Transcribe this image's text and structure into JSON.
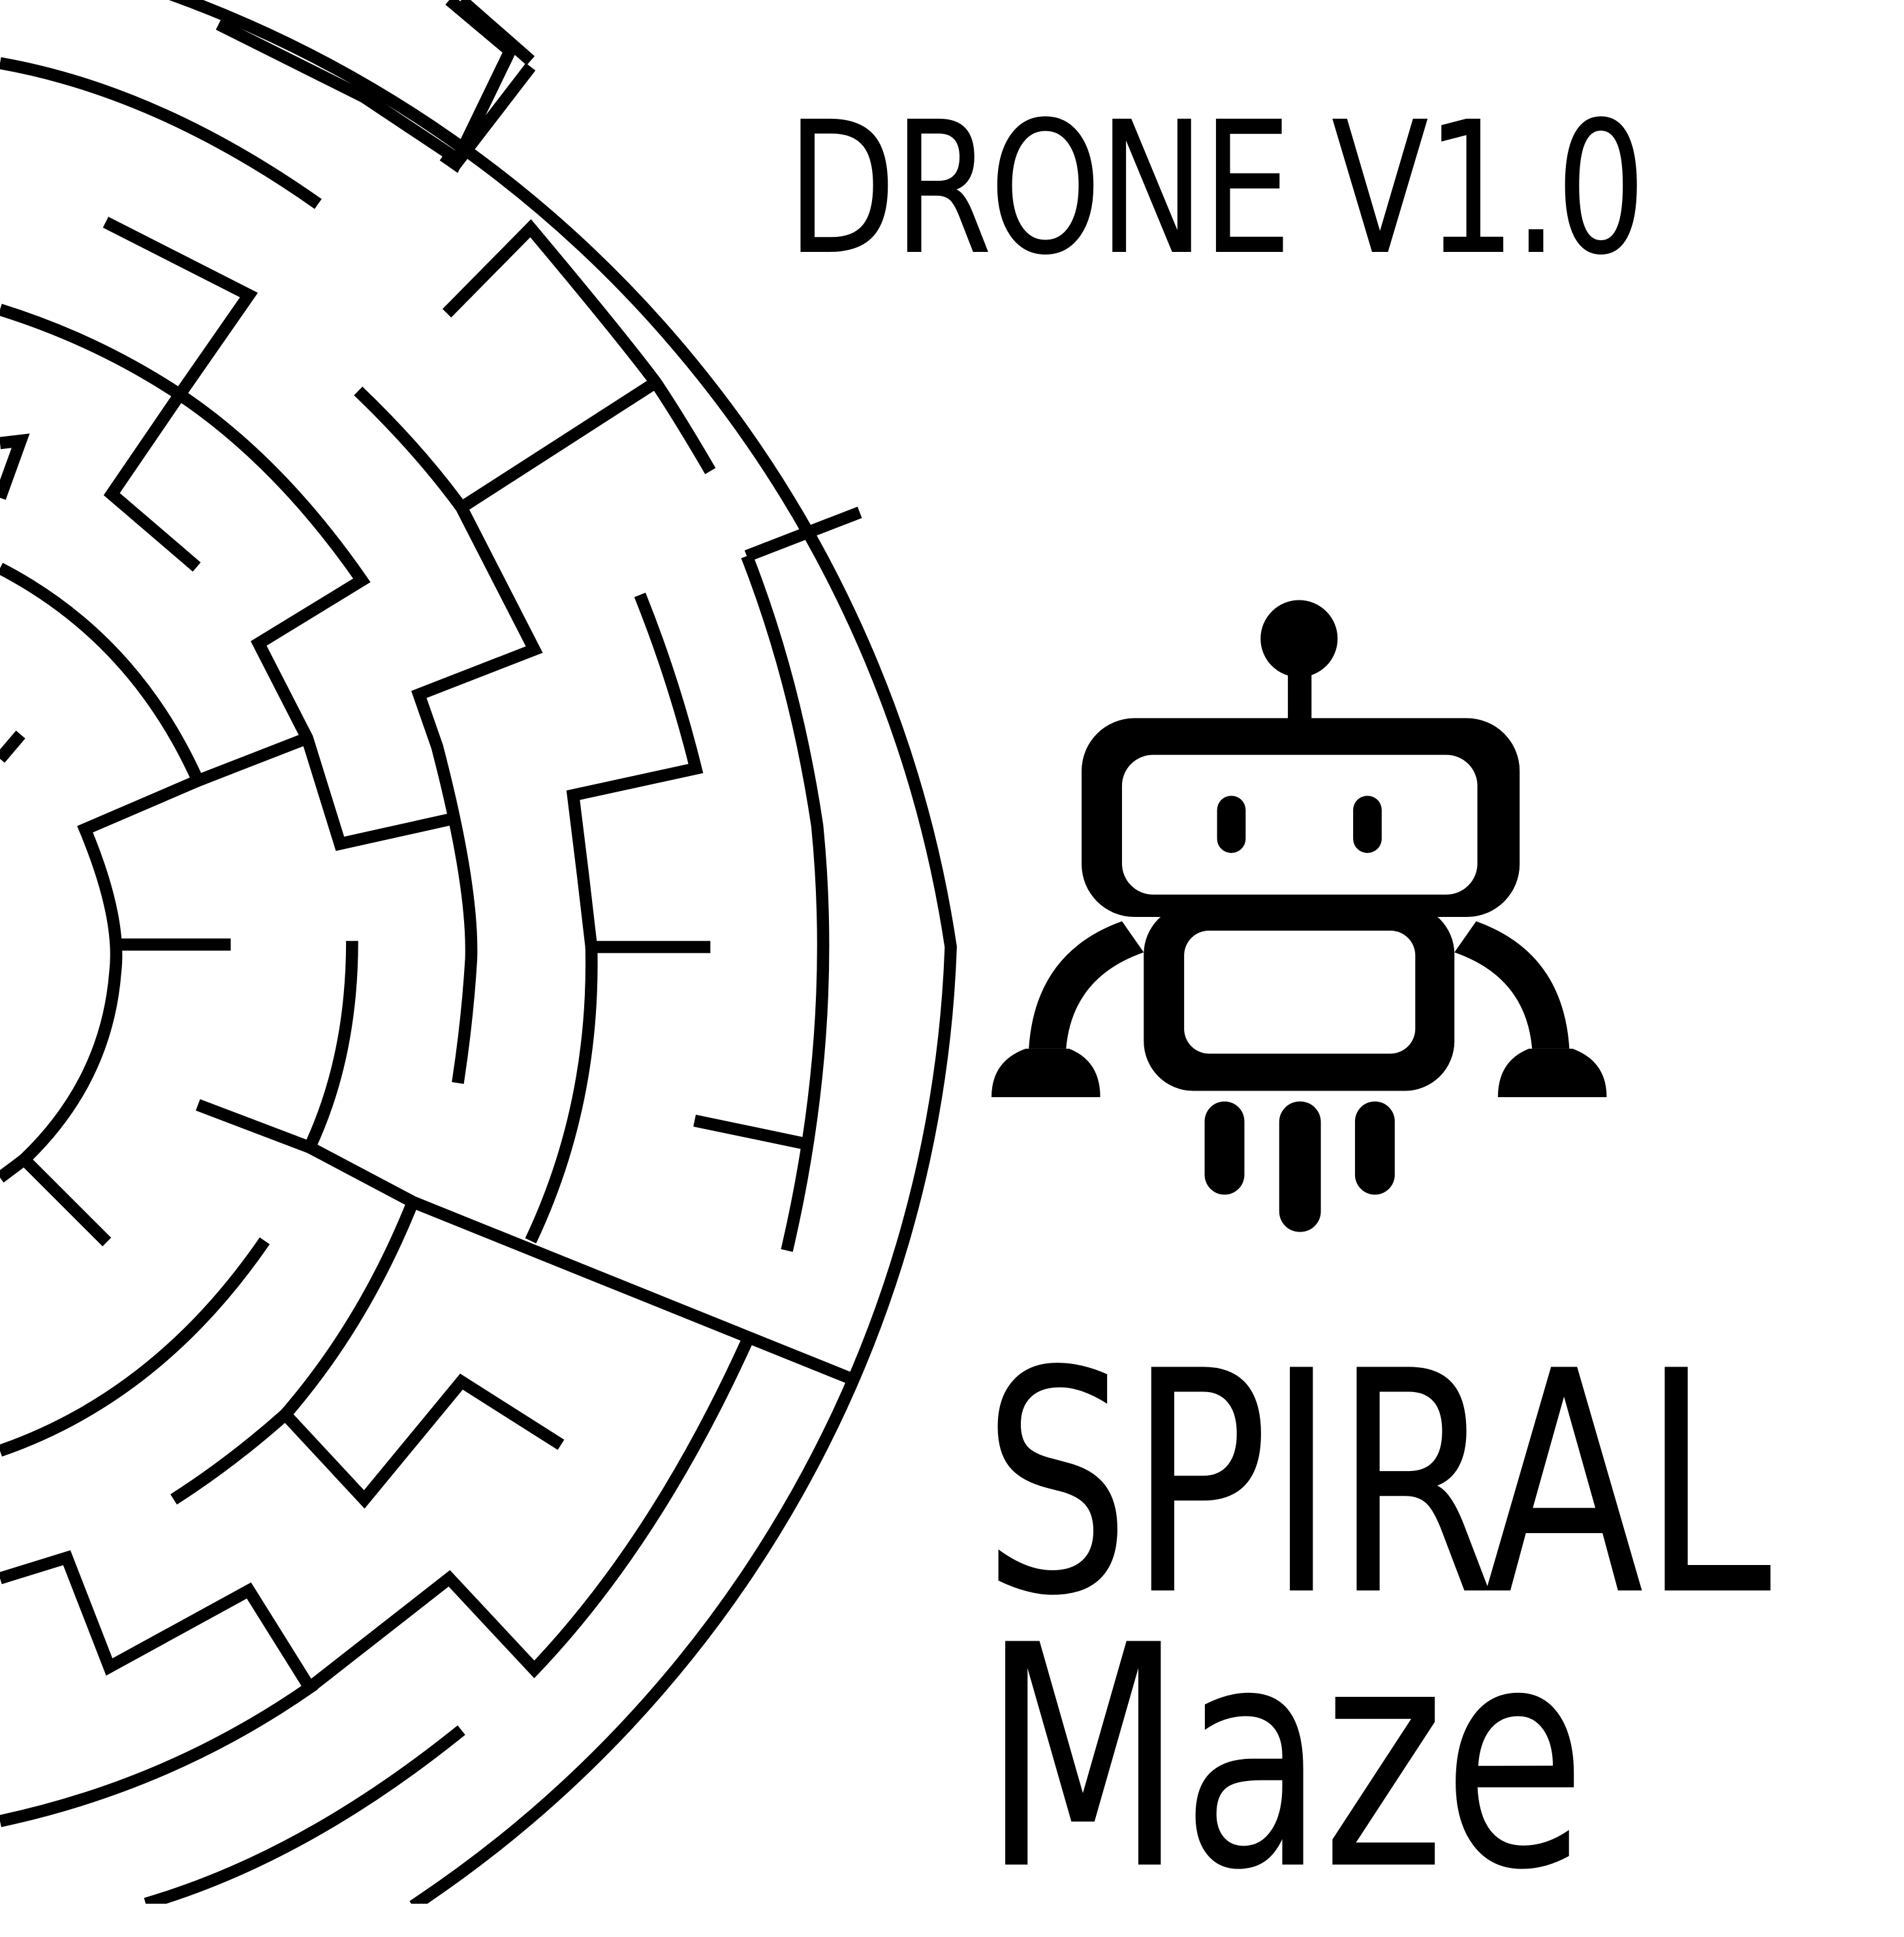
{
  "header": {
    "title": "DRONE V1.0"
  },
  "logo": {
    "icon": "robot-drone-icon",
    "color": "#000000"
  },
  "footer": {
    "line1": "SPIRAL",
    "line2": "Maze"
  },
  "colors": {
    "background": "#ffffff",
    "ink": "#000000"
  },
  "maze": {
    "type": "circular-maze",
    "visible_portion": "right-half"
  }
}
